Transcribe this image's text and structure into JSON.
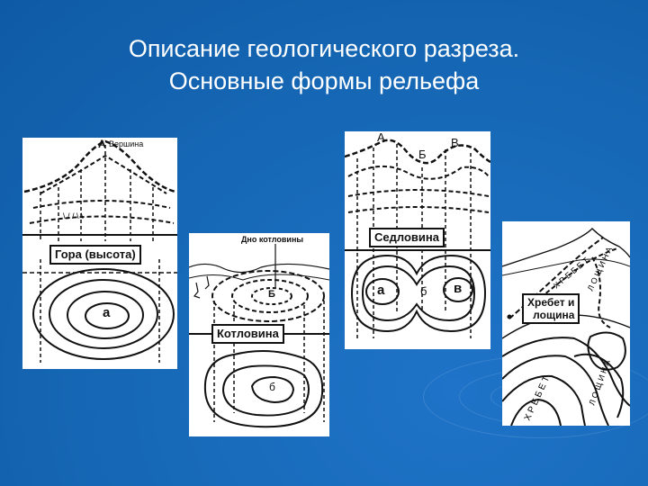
{
  "slide": {
    "title_line1": "Описание геологического разреза.",
    "title_line2": "Основные  формы рельефа"
  },
  "panels": {
    "mountain": {
      "label": "Гора (высота)",
      "peak_letter": "А",
      "peak_word": "Вершина",
      "center_letter": "а"
    },
    "basin": {
      "label": "Котловина",
      "bottom_note": "Дно котловины",
      "section_letter": "Б",
      "center_letter": "б"
    },
    "saddle": {
      "label": "Седловина",
      "letters_top": [
        "А",
        "Б",
        "В"
      ],
      "letters_bottom": [
        "а",
        "б",
        "в"
      ]
    },
    "ridge": {
      "label_line1": "Хребет и",
      "label_line2": "лощина"
    }
  }
}
